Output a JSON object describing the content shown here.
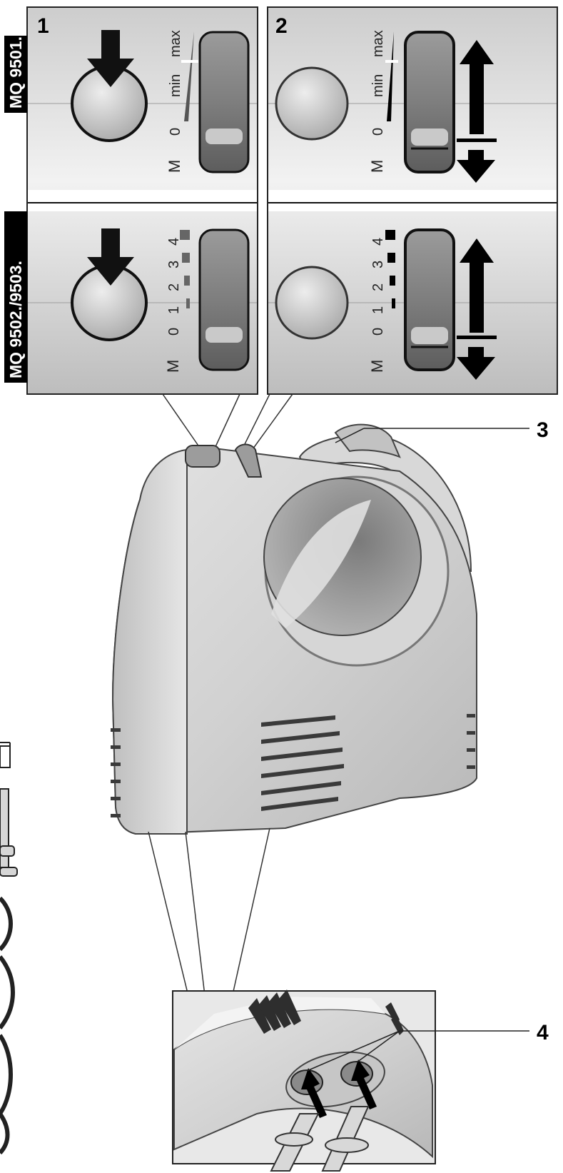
{
  "panel_numbers": {
    "one": "1",
    "two": "2"
  },
  "callouts": {
    "three": "3",
    "four": "4"
  },
  "models": {
    "top": "MQ 9501.",
    "bottom": "MQ 9502./9503."
  },
  "switch_top": {
    "min": "min",
    "max": "max",
    "zero": "0",
    "m": "M"
  },
  "switch_bottom": {
    "zero": "0",
    "one": "1",
    "two": "2",
    "three": "3",
    "four": "4",
    "m": "M"
  },
  "colors": {
    "panel": "#d6d6d6",
    "body": "#cfcfcf",
    "dark": "#111111",
    "vent": "#3a3a3a"
  },
  "icons": {
    "press": "arrow-down-icon",
    "slide": "double-arrow-icon",
    "button": "eject-button-icon",
    "switch": "speed-switch-icon"
  }
}
